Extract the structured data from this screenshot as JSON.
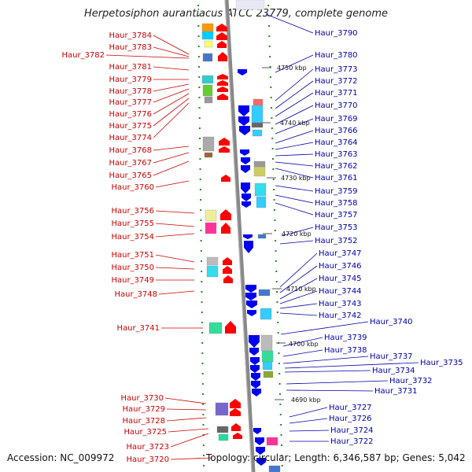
{
  "title": "Herpetosiphon aurantiacus ATCC 23779, complete genome",
  "footer": {
    "accession": "Accession: NC_009972",
    "summary": "Topology: circular; Length: 6,346,587 bp; Genes: 5,042"
  },
  "colors": {
    "left_label": "#cc0000",
    "right_label": "#0000aa",
    "forward_arrow": "#ff0000",
    "reverse_arrow": "#0000ee",
    "axis": "#888888",
    "tick_mark": "#228b22"
  },
  "scale_ticks": [
    "4750 kbp",
    "4740 kbp",
    "4730 kbp",
    "4720 kbp",
    "4710 kbp",
    "4700 kbp",
    "4690 kbp"
  ],
  "left_genes": [
    "Haur_3784",
    "Haur_3783",
    "Haur_3782",
    "Haur_3781",
    "Haur_3779",
    "Haur_3778",
    "Haur_3777",
    "Haur_3776",
    "Haur_3775",
    "Haur_3774",
    "Haur_3768",
    "Haur_3767",
    "Haur_3765",
    "Haur_3760",
    "Haur_3756",
    "Haur_3755",
    "Haur_3754",
    "Haur_3751",
    "Haur_3750",
    "Haur_3749",
    "Haur_3748",
    "Haur_3741",
    "Haur_3730",
    "Haur_3729",
    "Haur_3728",
    "Haur_3725",
    "Haur_3723",
    "Haur_3720"
  ],
  "right_genes": [
    "Haur_3790",
    "Haur_3780",
    "Haur_3773",
    "Haur_3772",
    "Haur_3771",
    "Haur_3770",
    "Haur_3769",
    "Haur_3766",
    "Haur_3764",
    "Haur_3763",
    "Haur_3762",
    "Haur_3761",
    "Haur_3759",
    "Haur_3758",
    "Haur_3757",
    "Haur_3753",
    "Haur_3752",
    "Haur_3747",
    "Haur_3746",
    "Haur_3745",
    "Haur_3744",
    "Haur_3743",
    "Haur_3742",
    "Haur_3740",
    "Haur_3739",
    "Haur_3738",
    "Haur_3737",
    "Haur_3735",
    "Haur_3734",
    "Haur_3732",
    "Haur_3731",
    "Haur_3727",
    "Haur_3726",
    "Haur_3724",
    "Haur_3722"
  ]
}
